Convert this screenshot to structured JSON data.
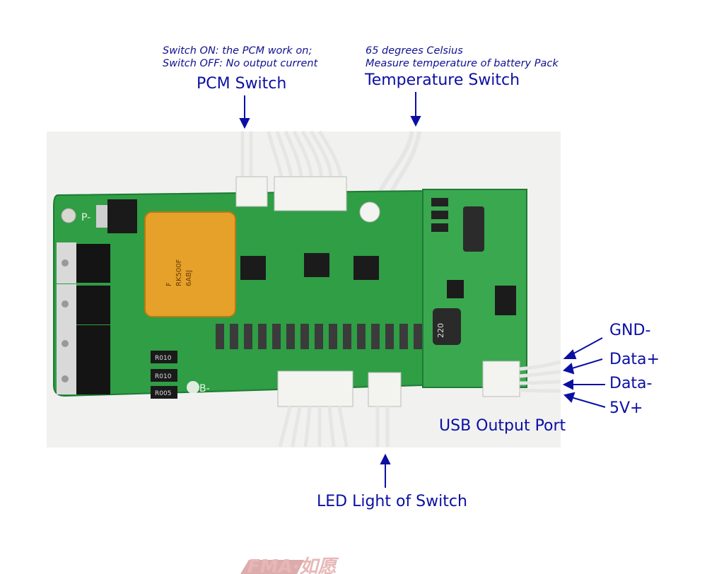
{
  "pcm_switch": {
    "note_line1": "Switch ON: the PCM work on;",
    "note_line2": "Switch OFF: No output current",
    "title": "PCM Switch"
  },
  "temperature_switch": {
    "note_line1": "65 degrees Celsius",
    "note_line2": "Measure temperature of battery Pack",
    "title": "Temperature Switch"
  },
  "usb_pins": [
    "GND-",
    "Data+",
    "Data-",
    "5V+"
  ],
  "usb_title": "USB Output Port",
  "led_title": "LED Light of Switch",
  "board": {
    "silk_p": "P-",
    "silk_b": "B-",
    "capacitor_marking": [
      "F",
      "RK500F",
      "6ABJ"
    ],
    "resistors": [
      "R010",
      "R010",
      "R005"
    ],
    "inductor": "220"
  },
  "watermark": "FMA·如愿",
  "colors": {
    "label_blue": "#0b0fa3",
    "pcb_green": "#2f9e45",
    "capacitor_orange": "#e6a12a"
  }
}
